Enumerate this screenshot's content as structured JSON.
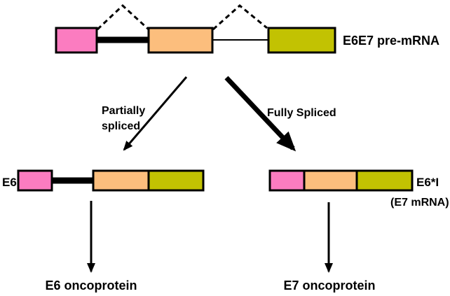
{
  "figure": {
    "pre_mrna": {
      "label": "E6E7 pre-mRNA"
    },
    "left_pathway": {
      "arrow_label": {
        "line1": "Partially",
        "line2": "spliced"
      },
      "mrna_label": "E6",
      "protein_label": "E6 oncoprotein"
    },
    "right_pathway": {
      "arrow_label": "Fully Spliced",
      "mrna_label": "E6*I",
      "mrna_sublabel": "(E7 mRNA)",
      "protein_label": "E7 oncoprotein"
    }
  },
  "colors": {
    "exon_pink": "#fb7cc0",
    "exon_orange": "#fcbe7d",
    "exon_olive": "#c2c202",
    "ink": "#000000",
    "background": "#ffffff"
  }
}
